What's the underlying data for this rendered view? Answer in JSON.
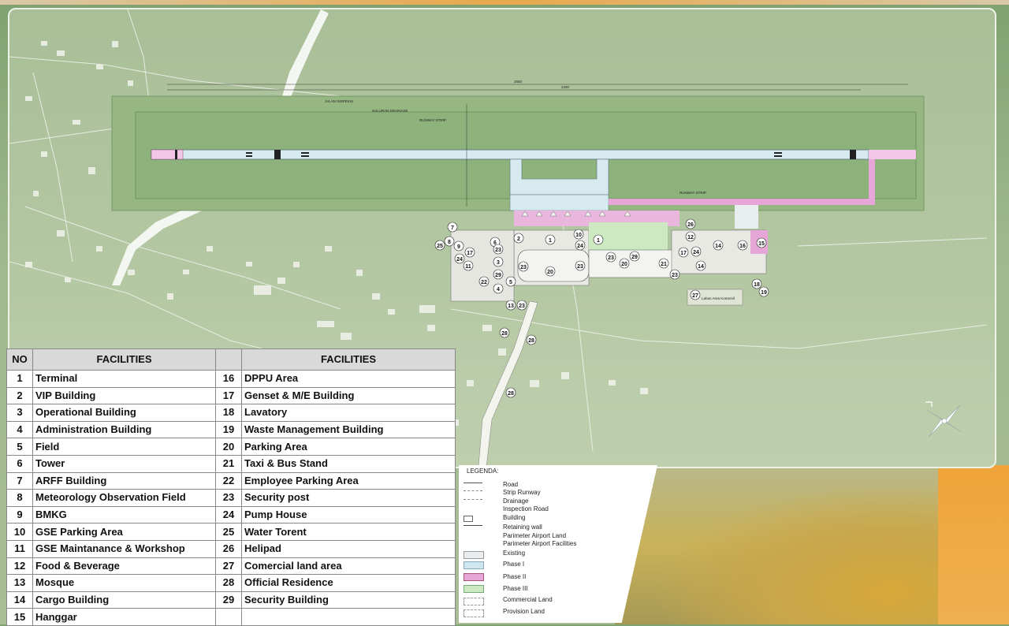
{
  "facilities": {
    "header_no": "NO",
    "header_facilities_left": "FACILITIES",
    "header_facilities_right": "FACILITIES",
    "left": [
      {
        "no": "1",
        "name": "Terminal"
      },
      {
        "no": "2",
        "name": "VIP Building"
      },
      {
        "no": "3",
        "name": "Operational Building"
      },
      {
        "no": "4",
        "name": "Administration Building"
      },
      {
        "no": "5",
        "name": "Field"
      },
      {
        "no": "6",
        "name": "Tower"
      },
      {
        "no": "7",
        "name": "ARFF Building"
      },
      {
        "no": "8",
        "name": "Meteorology Observation Field"
      },
      {
        "no": "9",
        "name": "BMKG"
      },
      {
        "no": "10",
        "name": "GSE Parking Area"
      },
      {
        "no": "11",
        "name": "GSE Maintanance & Workshop"
      },
      {
        "no": "12",
        "name": "Food & Beverage"
      },
      {
        "no": "13",
        "name": "Mosque"
      },
      {
        "no": "14",
        "name": "Cargo Building"
      },
      {
        "no": "15",
        "name": "Hanggar"
      }
    ],
    "right": [
      {
        "no": "16",
        "name": "DPPU Area"
      },
      {
        "no": "17",
        "name": "Genset & M/E Building"
      },
      {
        "no": "18",
        "name": "Lavatory"
      },
      {
        "no": "19",
        "name": "Waste Management Building"
      },
      {
        "no": "20",
        "name": "Parking Area"
      },
      {
        "no": "21",
        "name": "Taxi & Bus Stand"
      },
      {
        "no": "22",
        "name": "Employee Parking Area"
      },
      {
        "no": "23",
        "name": "Security post"
      },
      {
        "no": "24",
        "name": "Pump House"
      },
      {
        "no": "25",
        "name": "Water Torent"
      },
      {
        "no": "26",
        "name": "Helipad"
      },
      {
        "no": "27",
        "name": "Comercial land area"
      },
      {
        "no": "28",
        "name": "Official Residence"
      },
      {
        "no": "29",
        "name": "Security Building"
      }
    ]
  },
  "legend": {
    "title": "LEGENDA:",
    "items": [
      "Road",
      "Strip Runway",
      "Drainage",
      "Inspection Road",
      "Building",
      "Retaining wall",
      "Parimeter Airport Land",
      "Parimeter Airport Facilities",
      "Existing",
      "Phase I",
      "Phase II",
      "Phase III",
      "Commercial Land",
      "Provision Land"
    ]
  },
  "map": {
    "runway_strip_label": "RUNWAY STRIP",
    "inspection_road_label": "JALAN INSPEKSI",
    "drainage_label": "SALURAN DRAINASE",
    "dim_total": "2650",
    "dim_runway": "2250",
    "commercial_area_label": "Lahan Area Komersil"
  },
  "colors": {
    "phase1": "#cfe6ef",
    "phase2": "#e7a6d8",
    "phase3": "#cde9c2",
    "strip": "#8fb07e"
  }
}
